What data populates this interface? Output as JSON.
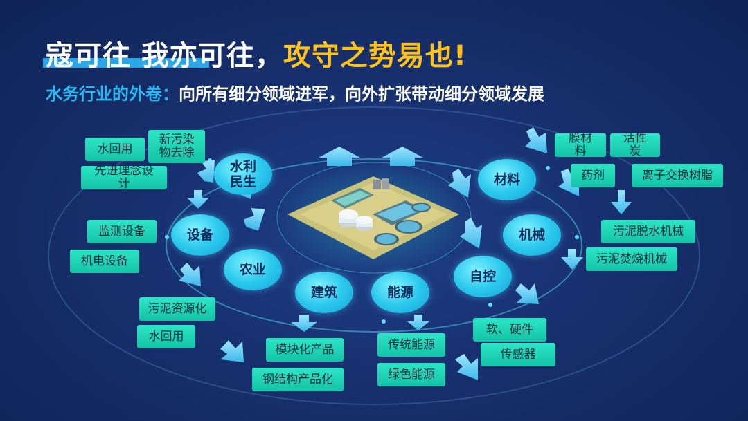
{
  "title": {
    "part1": "寇可往 我亦可往，",
    "part2": "攻守之势易也!"
  },
  "subtitle": {
    "lead": "水务行业的外卷：",
    "rest": "向所有细分领域进军，向外扩张带动细分领域发展"
  },
  "categories": [
    "水利\n民生",
    "设备",
    "农业",
    "建筑",
    "能源",
    "自控",
    "机械",
    "材料"
  ],
  "tags": {
    "water": [
      "水回用",
      "新污染\n物去除",
      "先进理念设计"
    ],
    "equipment": [
      "监测设备",
      "机电设备"
    ],
    "agriculture": [
      "污泥资源化",
      "水回用"
    ],
    "building": [
      "模块化产品",
      "钢结构产品化"
    ],
    "energy": [
      "传统能源",
      "绿色能源"
    ],
    "control": [
      "软、硬件",
      "传感器"
    ],
    "machinery": [
      "污泥脱水机械",
      "污泥焚烧机械"
    ],
    "materials": [
      "膜材料",
      "活性炭",
      "药剂",
      "离子交换树脂"
    ]
  },
  "colors": {
    "title_highlight": "#ffc21a",
    "subtitle_lead": "#2ab8f0",
    "category_fill": "#2cc9ee",
    "tag_fill": "#14c3a6",
    "arrow": "#6fd3f5"
  }
}
